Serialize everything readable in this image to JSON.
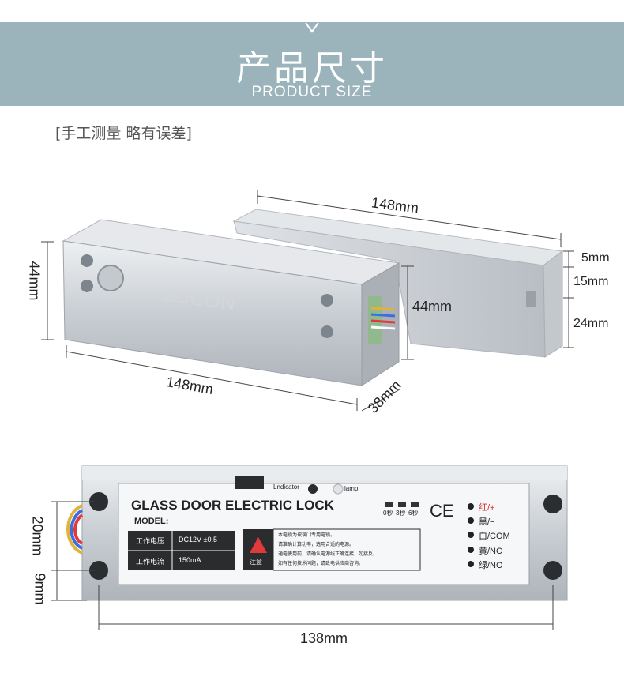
{
  "banner": {
    "title_zh": "产品尺寸",
    "title_en": "PRODUCT SIZE"
  },
  "note": "[手工测量 略有误差]",
  "top_dimensions": {
    "strike_length": "148mm",
    "lock_length": "148mm",
    "lock_height": "44mm",
    "strike_height": "44mm",
    "lock_width": "38mm",
    "strike_gap_top": "5mm",
    "strike_gap_mid": "15mm",
    "strike_gap_bottom": "24mm"
  },
  "bottom_dimensions": {
    "mount_height": "20mm",
    "mount_offset": "9mm",
    "hole_spacing": "138mm"
  },
  "label": {
    "indicator": "Lndicator",
    "lamp": "lamp",
    "title": "GLASS DOOR ELECTRIC LOCK",
    "model": "MODEL:",
    "timers": [
      "0秒",
      "3秒",
      "6秒"
    ],
    "voltage_label": "工作电压",
    "voltage_value": "DC12V ±0.5",
    "current_label": "工作电流",
    "current_value": "150mA",
    "caution": "注意",
    "notes": [
      "本电锁为玻璃门专用电锁。",
      "请准确计算功率，选用合适的电源。",
      "通电使用前，请确认电源线正确连接，勿接反。",
      "如有任何技术问题，请致电供应商咨询。"
    ],
    "ce": "CE",
    "wires": [
      "红/+",
      "黑/−",
      "白/COM",
      "黄/NC",
      "绿/NO"
    ]
  },
  "colors": {
    "banner": "#9bb4bc",
    "wire_red": "#d62b2b"
  }
}
